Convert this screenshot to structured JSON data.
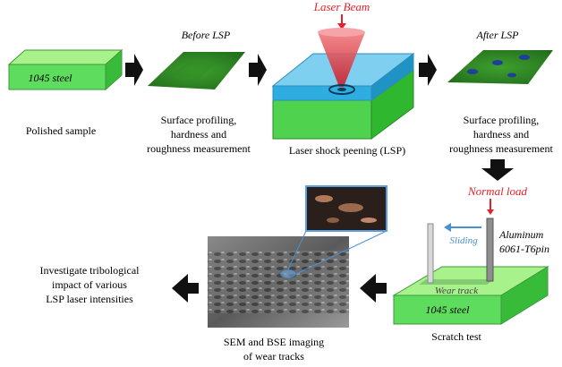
{
  "diagram": {
    "stages": {
      "polished": {
        "slab_label": "1045 steel",
        "caption": "Polished sample"
      },
      "before_lsp": {
        "heading": "Before LSP",
        "caption_lines": [
          "Surface profiling,",
          "hardness and",
          "roughness measurement"
        ]
      },
      "lsp": {
        "beam_label": "Laser Beam",
        "caption": "Laser shock peening (LSP)"
      },
      "after_lsp": {
        "heading": "After LSP",
        "caption_lines": [
          "Surface profiling,",
          "hardness and",
          "roughness measurement"
        ]
      },
      "scratch": {
        "load_label": "Normal load",
        "pin_label_lines": [
          "Aluminum",
          "6061-T6pin"
        ],
        "sliding_label": "Sliding",
        "wear_track_label": "Wear track",
        "slab_label": "1045 steel",
        "caption": "Scratch test"
      },
      "sem": {
        "caption_lines": [
          "SEM and BSE imaging",
          "of wear tracks"
        ]
      },
      "conclusion": {
        "caption_lines": [
          "Investigate tribological",
          "impact of various",
          "LSP laser intensities"
        ]
      }
    },
    "colors": {
      "slab_top": "#a8f28c",
      "slab_side": "#4fd34f",
      "water": "#2eaee0",
      "beam": "#e8434a",
      "load_text": "#e8202a",
      "sliding_arrow": "#4a8fd0",
      "arrow": "#111111"
    }
  }
}
